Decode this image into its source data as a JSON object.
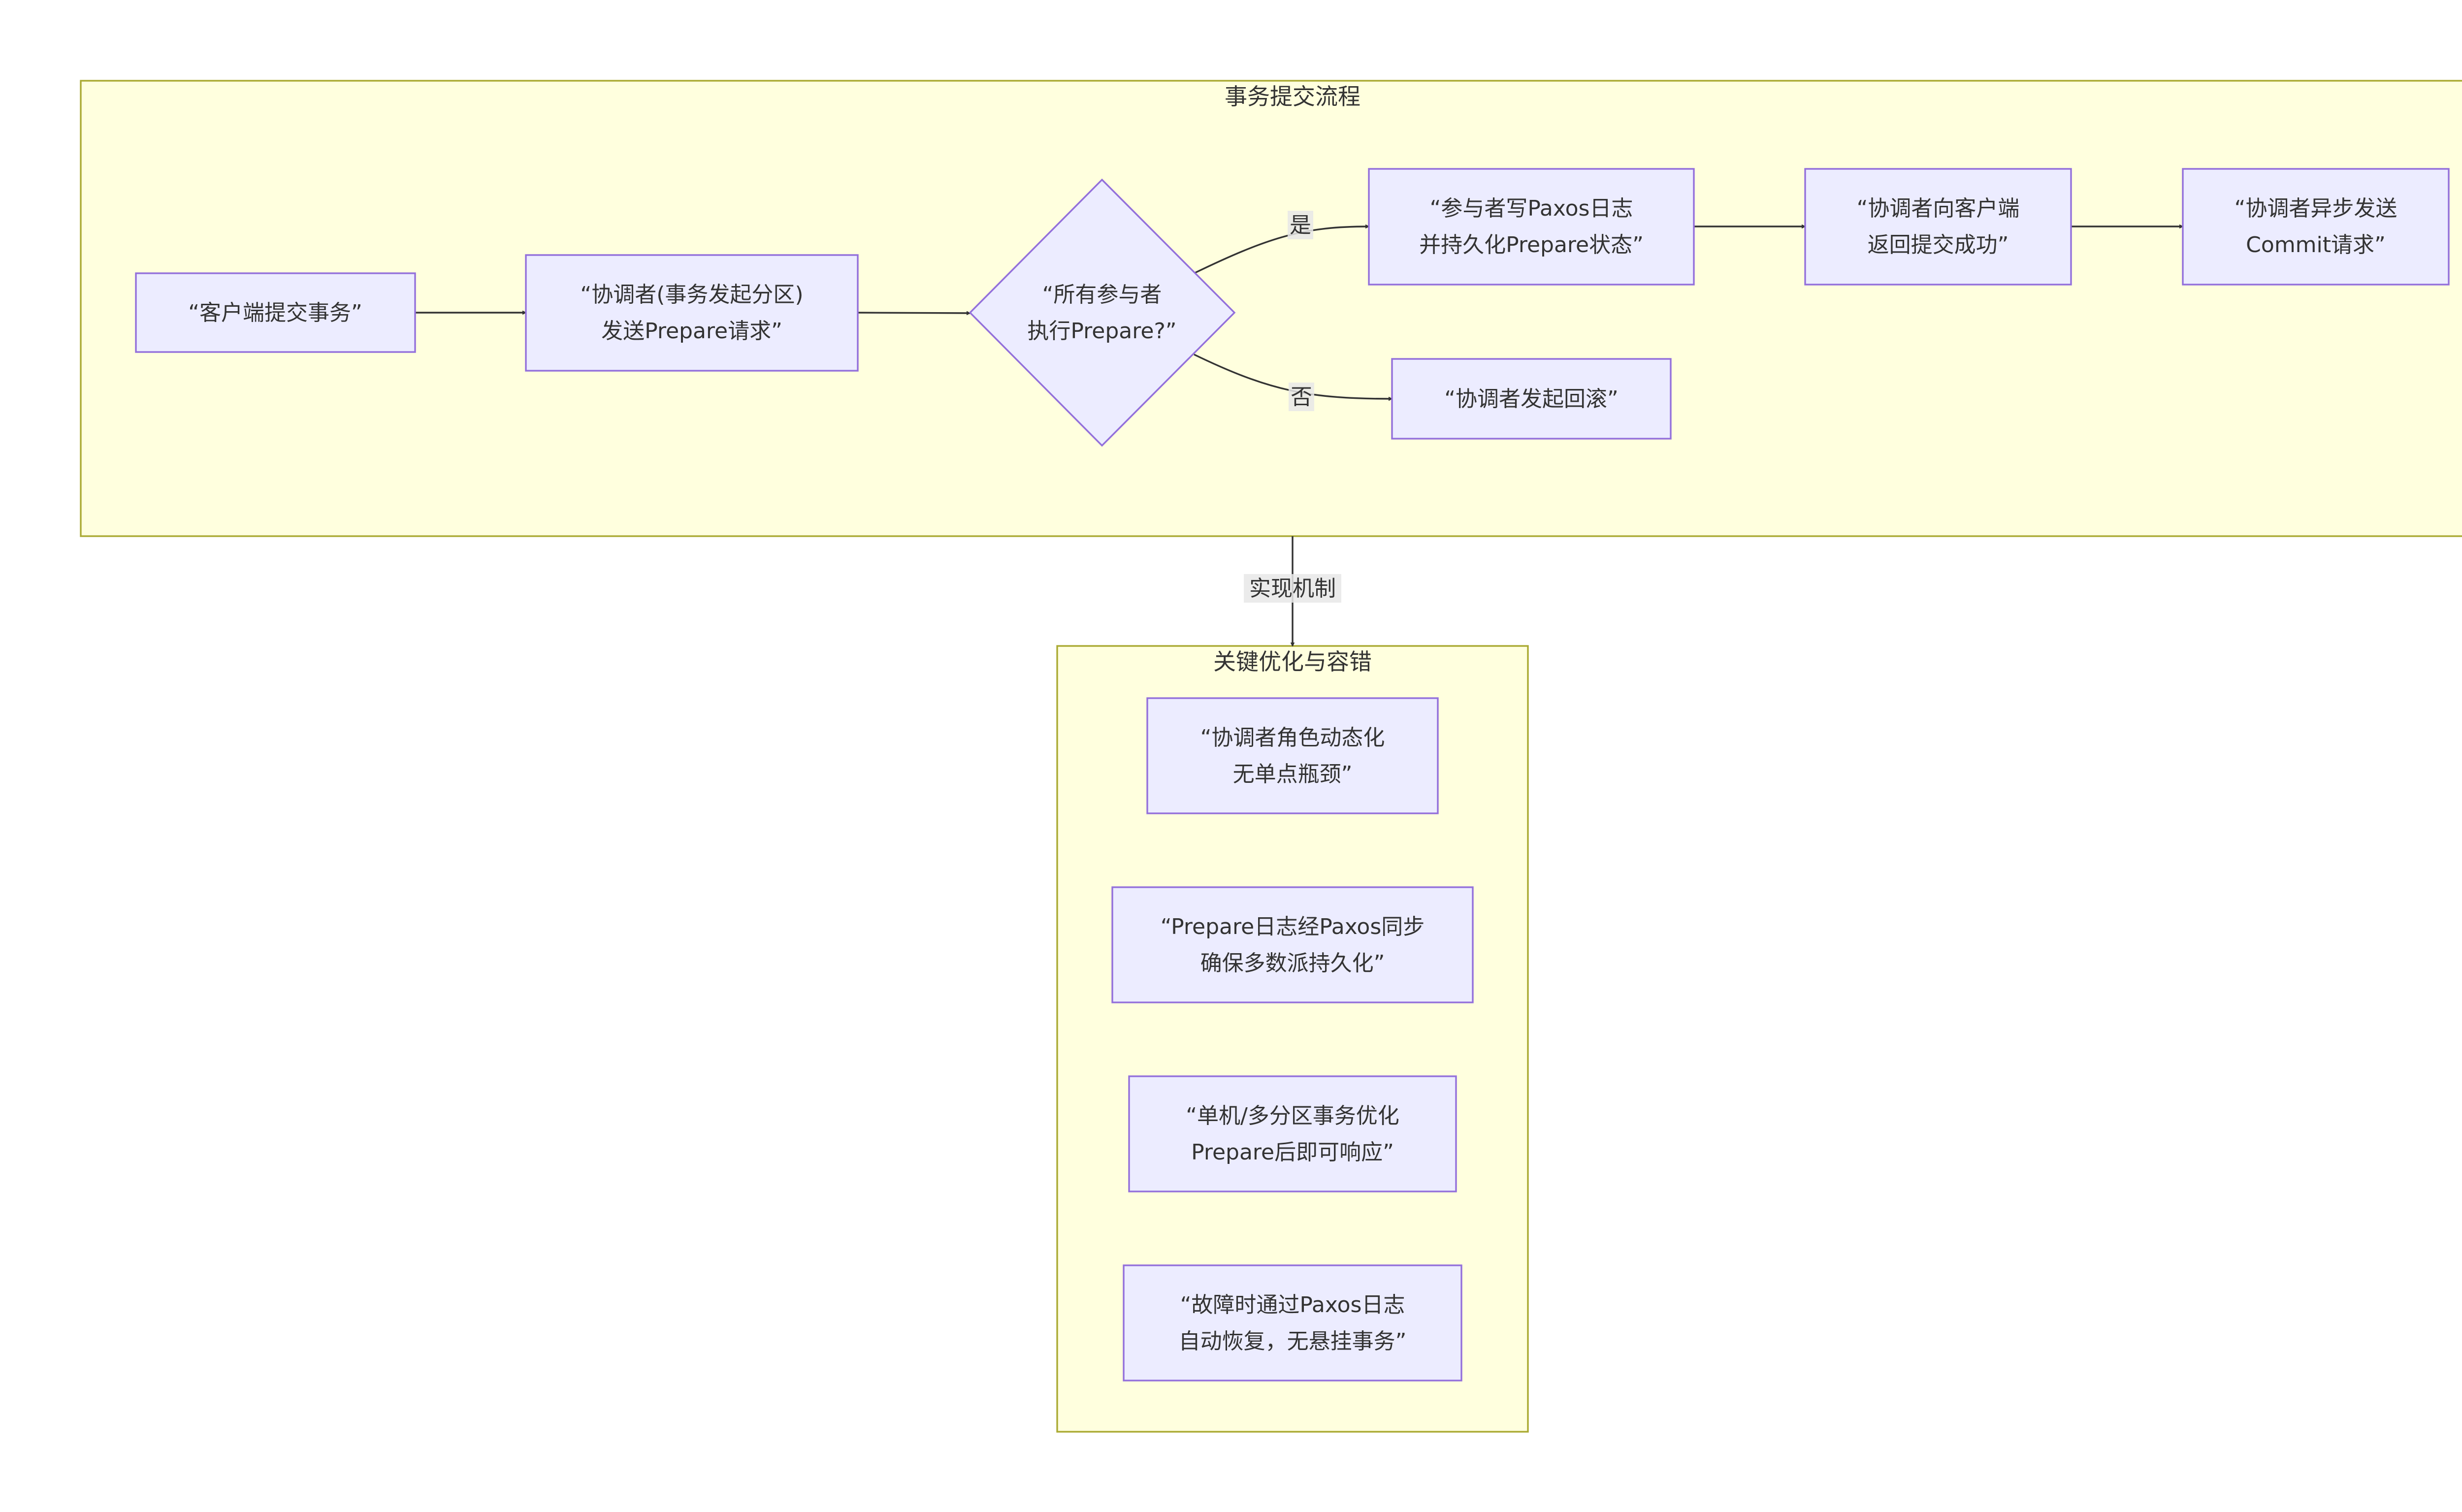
{
  "clusters": {
    "commit_flow": {
      "title": "事务提交流程"
    },
    "optimizations": {
      "title": "关键优化与容错"
    }
  },
  "nodes": {
    "client_submit": {
      "lines": [
        "“客户端提交事务”"
      ]
    },
    "coordinator_prepare": {
      "lines": [
        "“协调者(事务发起分区)",
        "发送Prepare请求”"
      ]
    },
    "all_prepared": {
      "lines": [
        "“所有参与者",
        "执行Prepare?”"
      ]
    },
    "participants_log": {
      "lines": [
        "“参与者写Paxos日志",
        "并持久化Prepare状态”"
      ]
    },
    "return_success": {
      "lines": [
        "“协调者向客户端",
        "返回提交成功”"
      ]
    },
    "async_commit": {
      "lines": [
        "“协调者异步发送",
        "Commit请求”"
      ]
    },
    "rollback": {
      "lines": [
        "“协调者发起回滚”"
      ]
    },
    "opt_dynamic": {
      "lines": [
        "“协调者角色动态化",
        "无单点瓶颈”"
      ]
    },
    "opt_paxos": {
      "lines": [
        "“Prepare日志经Paxos同步",
        "确保多数派持久化”"
      ]
    },
    "opt_single": {
      "lines": [
        "“单机/多分区事务优化",
        "Prepare后即可响应”"
      ]
    },
    "opt_recovery": {
      "lines": [
        "“故障时通过Paxos日志",
        "自动恢复，无悬挂事务”"
      ]
    }
  },
  "edge_labels": {
    "yes": "是",
    "no": "否",
    "implementation": "实现机制"
  },
  "colors": {
    "cluster_fill": "#ffffde",
    "cluster_stroke": "#aaaa33",
    "node_fill": "#ececff",
    "node_stroke": "#9370db",
    "edge": "#333333",
    "text": "#333333"
  }
}
